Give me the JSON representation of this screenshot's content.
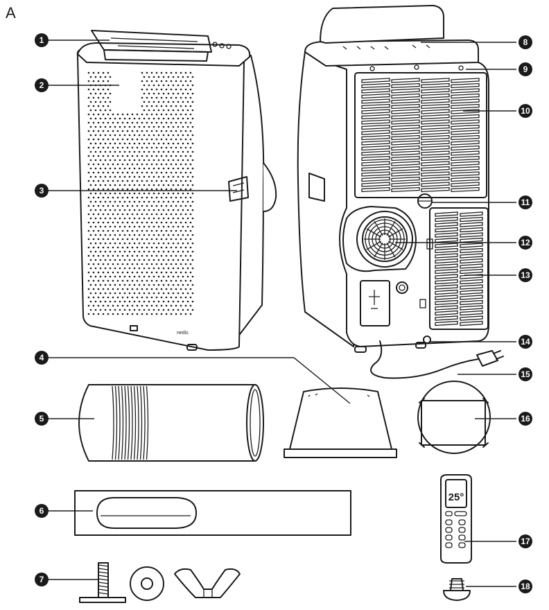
{
  "figure_label": "A",
  "callouts": [
    "1",
    "2",
    "3",
    "4",
    "5",
    "6",
    "7",
    "8",
    "9",
    "10",
    "11",
    "12",
    "13",
    "14",
    "15",
    "16",
    "17",
    "18"
  ],
  "remote_display": "25°",
  "brand_logo": "nedis",
  "colors": {
    "line": "#1a1a1a",
    "badge_text": "#ffffff",
    "background": "#ffffff"
  }
}
